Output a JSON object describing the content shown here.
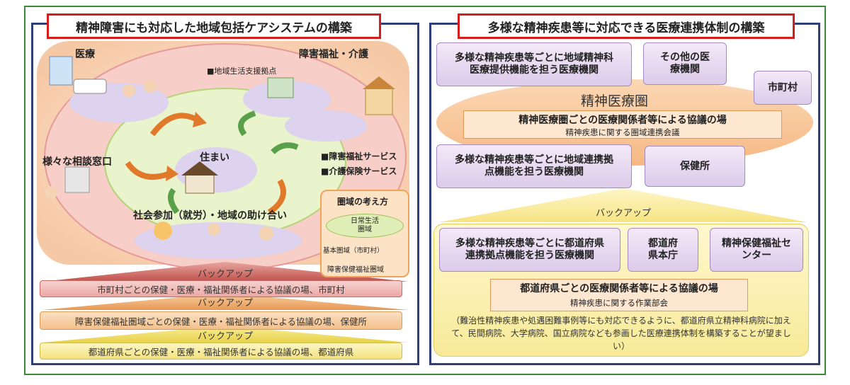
{
  "left": {
    "title": "精神障害にも対応した地域包括ケアシステムの構築",
    "medical": "医療",
    "welfare": "障害福祉・介護",
    "support_base": "■地域生活支援拠点",
    "consultation": "様々な相談窓口",
    "housing": "住まい",
    "welfare_service": "■障害福祉サービス",
    "care_service": "■介護保険サービス",
    "social": "社会参加（就労）・地域の助け合い",
    "area_box": {
      "title": "圏域の考え方",
      "daily": "日常生活圏域",
      "basic": "基本圏域（市町村）",
      "welfare_area": "障害保健福祉圏域"
    },
    "backup1": "バックアップ",
    "bar1": "市町村ごとの保健・医療・福祉関係者による協議の場、市町村",
    "backup2": "バックアップ",
    "bar2": "障害保健福祉圏域ごとの保健・医療・福祉関係者による協議の場、保健所",
    "backup3": "バックアップ",
    "bar3": "都道府県ごとの保健・医療・福祉関係者による協議の場、都道府県"
  },
  "right": {
    "title": "多様な精神疾患等に対応できる医療連携体制の構築",
    "box1": "多様な精神疾患等ごとに地域精神科医療提供機能を担う医療機関",
    "box2": "その他の医療機関",
    "city": "市町村",
    "sphere": "精神医療圏",
    "sphere_meeting": "精神医療圏ごとの医療関係者等による協議の場",
    "sphere_sub": "精神疾患に関する圏域連携会議",
    "box3": "多様な精神疾患等ごとに地域連携拠点機能を担う医療機関",
    "health_center": "保健所",
    "backup": "バックアップ",
    "box4": "多様な精神疾患等ごとに都道府県連携拠点機能を担う医療機関",
    "pref_office": "都道府県本庁",
    "mh_center": "精神保健福祉センター",
    "pref_meeting": "都道府県ごとの医療関係者等による協議の場",
    "pref_sub": "精神疾患に関する作業部会",
    "note": "（難治性精神疾患や処遇困難事例等にも対応できるように、都道府県立精神科病院に加えて、民間病院、大学病院、国立病院なども参画した医療連携体制を構築することが望ましい）"
  },
  "colors": {
    "panel_border": "#2e3f7a",
    "title_border": "#d41e1e",
    "outer_border": "#3a8a3a",
    "arrow": "#e07a2a"
  }
}
